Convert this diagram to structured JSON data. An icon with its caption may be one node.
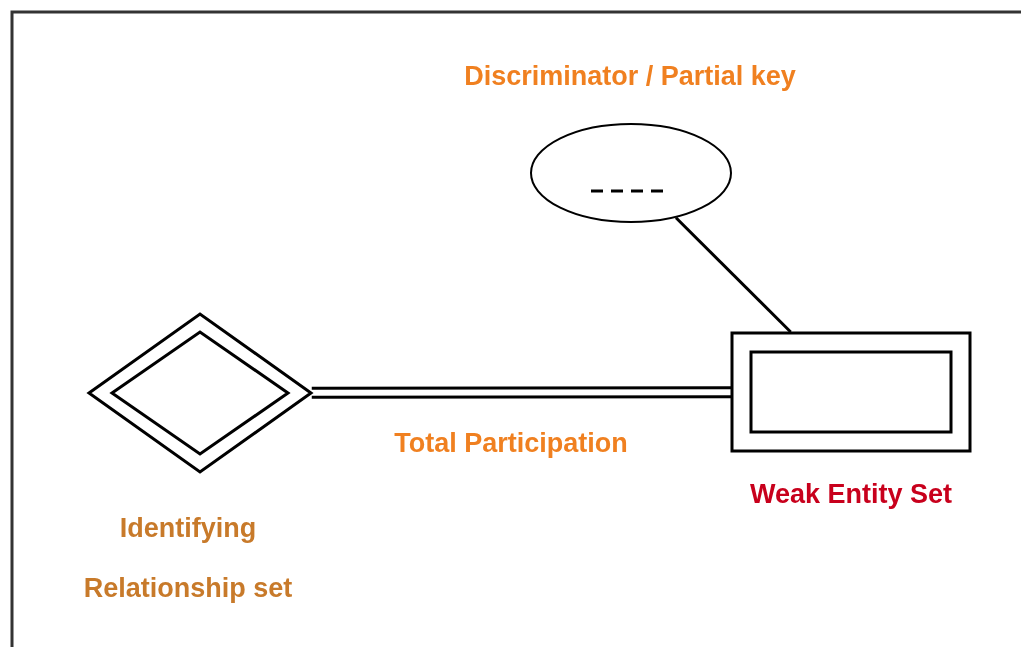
{
  "diagram": {
    "nodes": [
      {
        "text": [
          "Discriminator / Partial key"
        ]
      },
      {
        "text": [
          "Identifying Relationship set"
        ]
      },
      {
        "text": [
          "Weak Entity Set"
        ]
      }
    ],
    "edges": [
      {
        "from": 0,
        "to": 2,
        "arrow": "none"
      },
      {
        "from": 1,
        "to": 2,
        "arrow": "none",
        "label": "Total Participation"
      }
    ]
  }
}
